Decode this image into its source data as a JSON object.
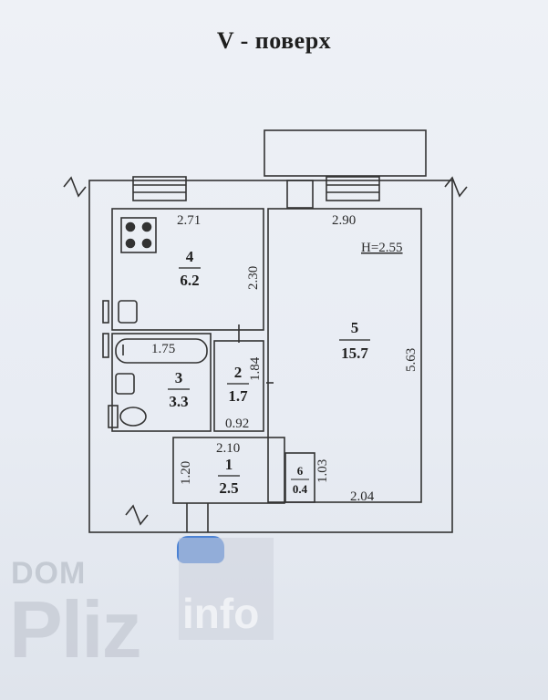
{
  "floor_title": "V - поверх",
  "height_label": "H=2.55",
  "rooms": [
    {
      "number": "4",
      "area": "6.2"
    },
    {
      "number": "5",
      "area": "15.7"
    },
    {
      "number": "3",
      "area": "3.3"
    },
    {
      "number": "2",
      "area": "1.7"
    },
    {
      "number": "1",
      "area": "2.5"
    },
    {
      "number": "6",
      "area": "0.4"
    }
  ],
  "dimensions": {
    "kitchen_width": "2.71",
    "kitchen_depth": "2.30",
    "room_width": "2.90",
    "room_depth": "5.63",
    "room_bottom": "2.04",
    "bath_width": "1.75",
    "wc_depth": "1.84",
    "wc_width": "0.92",
    "hall_width": "2.10",
    "hall_depth": "1.20",
    "closet_depth": "1.03"
  },
  "watermark": {
    "top": "DOM",
    "brand": "Pliz",
    "suffix": "info"
  }
}
